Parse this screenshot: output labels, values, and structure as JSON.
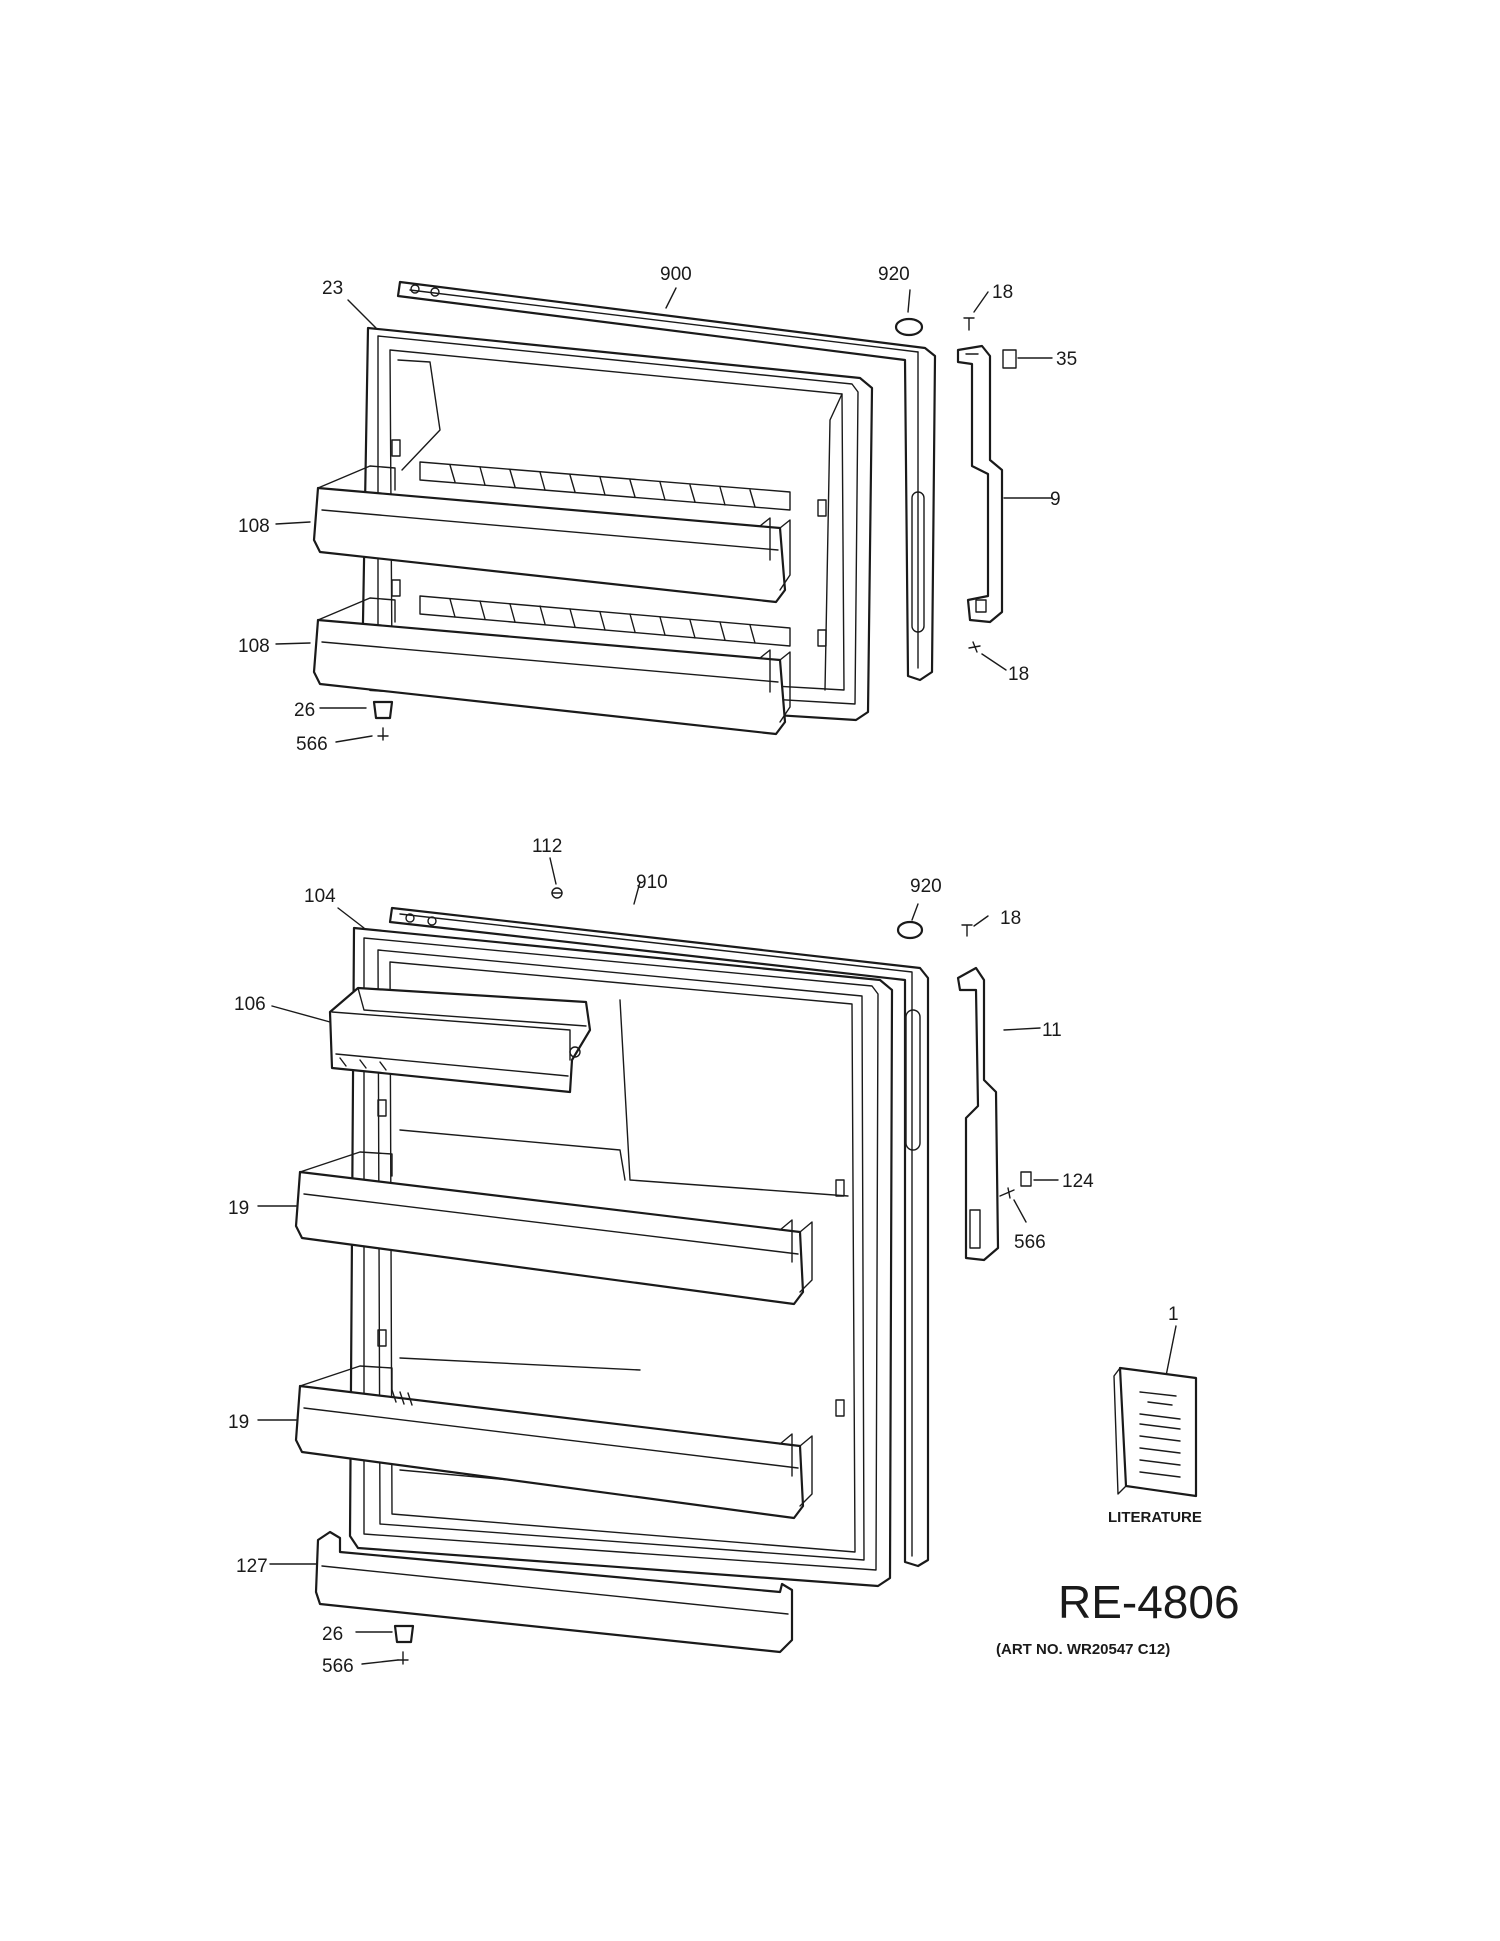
{
  "diagram": {
    "code": "RE-4806",
    "art_number": "(ART NO. WR20547 C12)",
    "literature_label": "LITERATURE",
    "freezer_labels": {
      "l900": "900",
      "l920": "920",
      "l23": "23",
      "l18a": "18",
      "l35": "35",
      "l9": "9",
      "l108a": "108",
      "l108b": "108",
      "l18b": "18",
      "l26": "26",
      "l566": "566"
    },
    "fresh_labels": {
      "l112": "112",
      "l910": "910",
      "l920": "920",
      "l104": "104",
      "l18": "18",
      "l106": "106",
      "l11": "11",
      "l19a": "19",
      "l124": "124",
      "l566a": "566",
      "l19b": "19",
      "l1": "1",
      "l127": "127",
      "l26": "26",
      "l566b": "566"
    }
  }
}
